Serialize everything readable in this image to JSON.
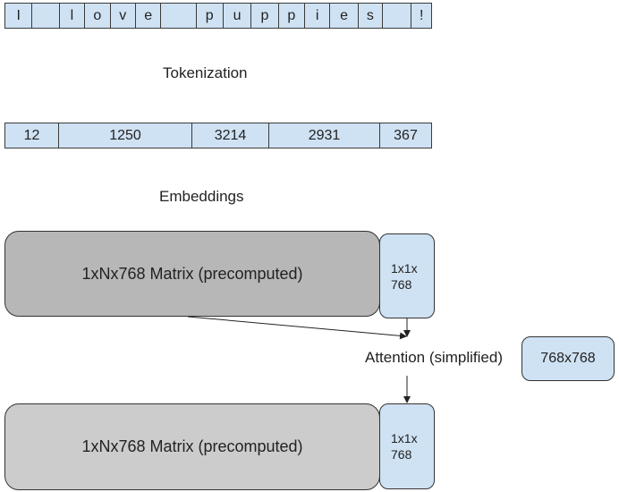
{
  "characters": [
    "I",
    "",
    "l",
    "o",
    "v",
    "e",
    "",
    "p",
    "u",
    "p",
    "p",
    "i",
    "e",
    "s",
    "",
    "!"
  ],
  "tokenization_label": "Tokenization",
  "tokens": [
    "12",
    "1250",
    "3214",
    "2931",
    "367"
  ],
  "embeddings_label": "Embeddings",
  "matrix_top_label": "1xNx768 Matrix (precomputed)",
  "vector_top_label": "1x1x 768",
  "attention_label": "Attention (simplified)",
  "weight_label": "768x768",
  "matrix_bottom_label": "1xNx768 Matrix (precomputed)",
  "vector_bottom_label": "1x1x 768",
  "colors": {
    "cell_fill": "#cfe2f3",
    "matrix_top_fill": "#b7b7b7",
    "matrix_bottom_fill": "#cccccc"
  }
}
